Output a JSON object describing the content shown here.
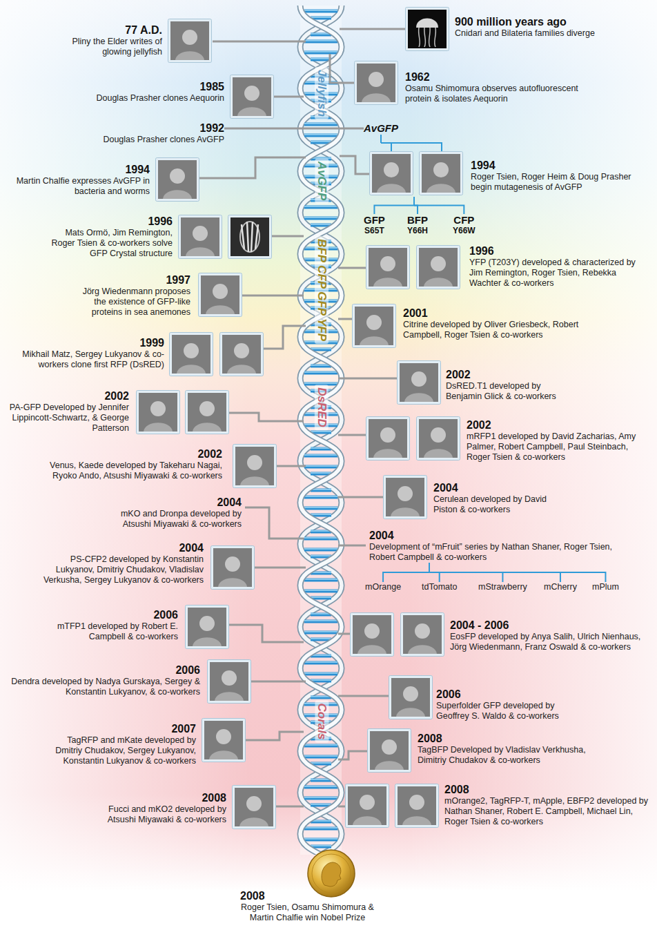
{
  "diagram": {
    "nodes": [
      {
        "text": [
          "900 million years ago",
          "Cnidari and Bilateria families diverge"
        ]
      },
      {
        "text": [
          "77 A.D.",
          "Pliny the Elder writes of glowing jellyfish"
        ]
      },
      {
        "text": [
          "1962",
          "Osamu Shimomura observes autofluorescent protein & isolates Aequorin"
        ]
      },
      {
        "text": [
          "1985",
          "Douglas Prasher clones Aequorin"
        ]
      },
      {
        "text": [
          "1992",
          "Douglas Prasher clones AvGFP"
        ]
      },
      {
        "text": [
          "AvGFP"
        ]
      },
      {
        "text": [
          "1994",
          "Roger Tsien, Roger Heim & Doug Prasher begin mutagenesis of AvGFP"
        ]
      },
      {
        "text": [
          "1994",
          "Martin Chalfie expresses AvGFP in bacteria and worms"
        ]
      },
      {
        "text": [
          "GFP",
          "S65T"
        ]
      },
      {
        "text": [
          "BFP",
          "Y66H"
        ]
      },
      {
        "text": [
          "CFP",
          "Y66W"
        ]
      },
      {
        "text": [
          "1996",
          "Mats Ormö, Jim Remington, Roger Tsien & co-workers solve GFP Crystal structure"
        ]
      },
      {
        "text": [
          "1996",
          "YFP (T203Y) developed & characterized by Jim Remington, Roger Tsien, Rebekka Wachter & co-workers"
        ]
      },
      {
        "text": [
          "1997",
          "Jörg Wiedenmann proposes the existence of GFP-like proteins in sea anemones"
        ]
      },
      {
        "text": [
          "2001",
          "Citrine developed by Oliver Griesbeck, Robert Campbell, Roger Tsien & co-workers"
        ]
      },
      {
        "text": [
          "1999",
          "Mikhail Matz, Sergey Lukyanov & co-workers clone first RFP (DsRED)"
        ]
      },
      {
        "text": [
          "2002",
          "DsRED.T1 developed by Benjamin Glick & co-workers"
        ]
      },
      {
        "text": [
          "2002",
          "PA-GFP Developed by Jennifer Lippincott-Schwartz, & George Patterson"
        ]
      },
      {
        "text": [
          "2002",
          "mRFP1 developed by David Zacharias, Amy Palmer, Robert Campbell, Paul Steinbach, Roger Tsien & co-workers"
        ]
      },
      {
        "text": [
          "2002",
          "Venus, Kaede developed by Takeharu Nagai, Ryoko Ando, Atsushi Miyawaki & co-workers"
        ]
      },
      {
        "text": [
          "2004",
          "Cerulean developed by David Piston & co-workers"
        ]
      },
      {
        "text": [
          "2004",
          "mKO and Dronpa developed by Atsushi Miyawaki & co-workers"
        ]
      },
      {
        "text": [
          "2004",
          "Development of “mFruit” series by Nathan Shaner, Roger Tsien, Robert Campbell & co-workers"
        ]
      },
      {
        "text": [
          "2004",
          "PS-CFP2 developed by Konstantin Lukyanov, Dmitriy Chudakov, Vladislav Verkusha, Sergey Lukyanov & co-workers"
        ]
      },
      {
        "text": [
          "mOrange"
        ]
      },
      {
        "text": [
          "tdTomato"
        ]
      },
      {
        "text": [
          "mStrawberry"
        ]
      },
      {
        "text": [
          "mCherry"
        ]
      },
      {
        "text": [
          "mPlum"
        ]
      },
      {
        "text": [
          "2006",
          "mTFP1 developed by Robert E. Campbell & co-workers"
        ]
      },
      {
        "text": [
          "2004 - 2006",
          "EosFP developed by Anya Salih, Ulrich Nienhaus, Jörg Wiedenmann, Franz Oswald & co-workers"
        ]
      },
      {
        "text": [
          "2006",
          "Dendra developed by Nadya Gurskaya, Sergey & Konstantin Lukyanov, & co-workers"
        ]
      },
      {
        "text": [
          "2006",
          "Superfolder GFP developed by Geoffrey S. Waldo & co-workers"
        ]
      },
      {
        "text": [
          "2007",
          "TagRFP and mKate developed by Dmitriy Chudakov, Sergey Lukyanov, Konstantin Lukyanov & co-workers"
        ]
      },
      {
        "text": [
          "2008",
          "TagBFP Developed by Vladislav Verkhusha, Dimitriy Chudakov & co-workers"
        ]
      },
      {
        "text": [
          "2008",
          "mOrange2, TagRFP-T, mApple, EBFP2 developed by Nathan Shaner, Robert E. Campbell, Michael Lin, Roger Tsien & co-workers"
        ]
      },
      {
        "text": [
          "2008",
          "Fucci and mKO2 developed by Atsushi Miyawaki & co-workers"
        ]
      },
      {
        "text": [
          "2008",
          "Roger Tsien, Osamu Shimomura & Martin Chalfie win Nobel Prize"
        ]
      }
    ],
    "edges": [
      {
        "from": 4,
        "to": 5,
        "arrow": "none"
      },
      {
        "from": 5,
        "to": 6,
        "arrow": "none"
      },
      {
        "from": 6,
        "to": 8,
        "arrow": "none"
      },
      {
        "from": 6,
        "to": 9,
        "arrow": "none"
      },
      {
        "from": 6,
        "to": 10,
        "arrow": "none"
      },
      {
        "from": 22,
        "to": 24,
        "arrow": "none"
      },
      {
        "from": 22,
        "to": 25,
        "arrow": "none"
      },
      {
        "from": 22,
        "to": 26,
        "arrow": "none"
      },
      {
        "from": 22,
        "to": 27,
        "arrow": "none"
      },
      {
        "from": 22,
        "to": 28,
        "arrow": "none"
      }
    ],
    "labels": [
      "Jellyfish",
      "AvGFP",
      "BFP CFP GFP YFP",
      "DsRED",
      "Corals"
    ]
  }
}
